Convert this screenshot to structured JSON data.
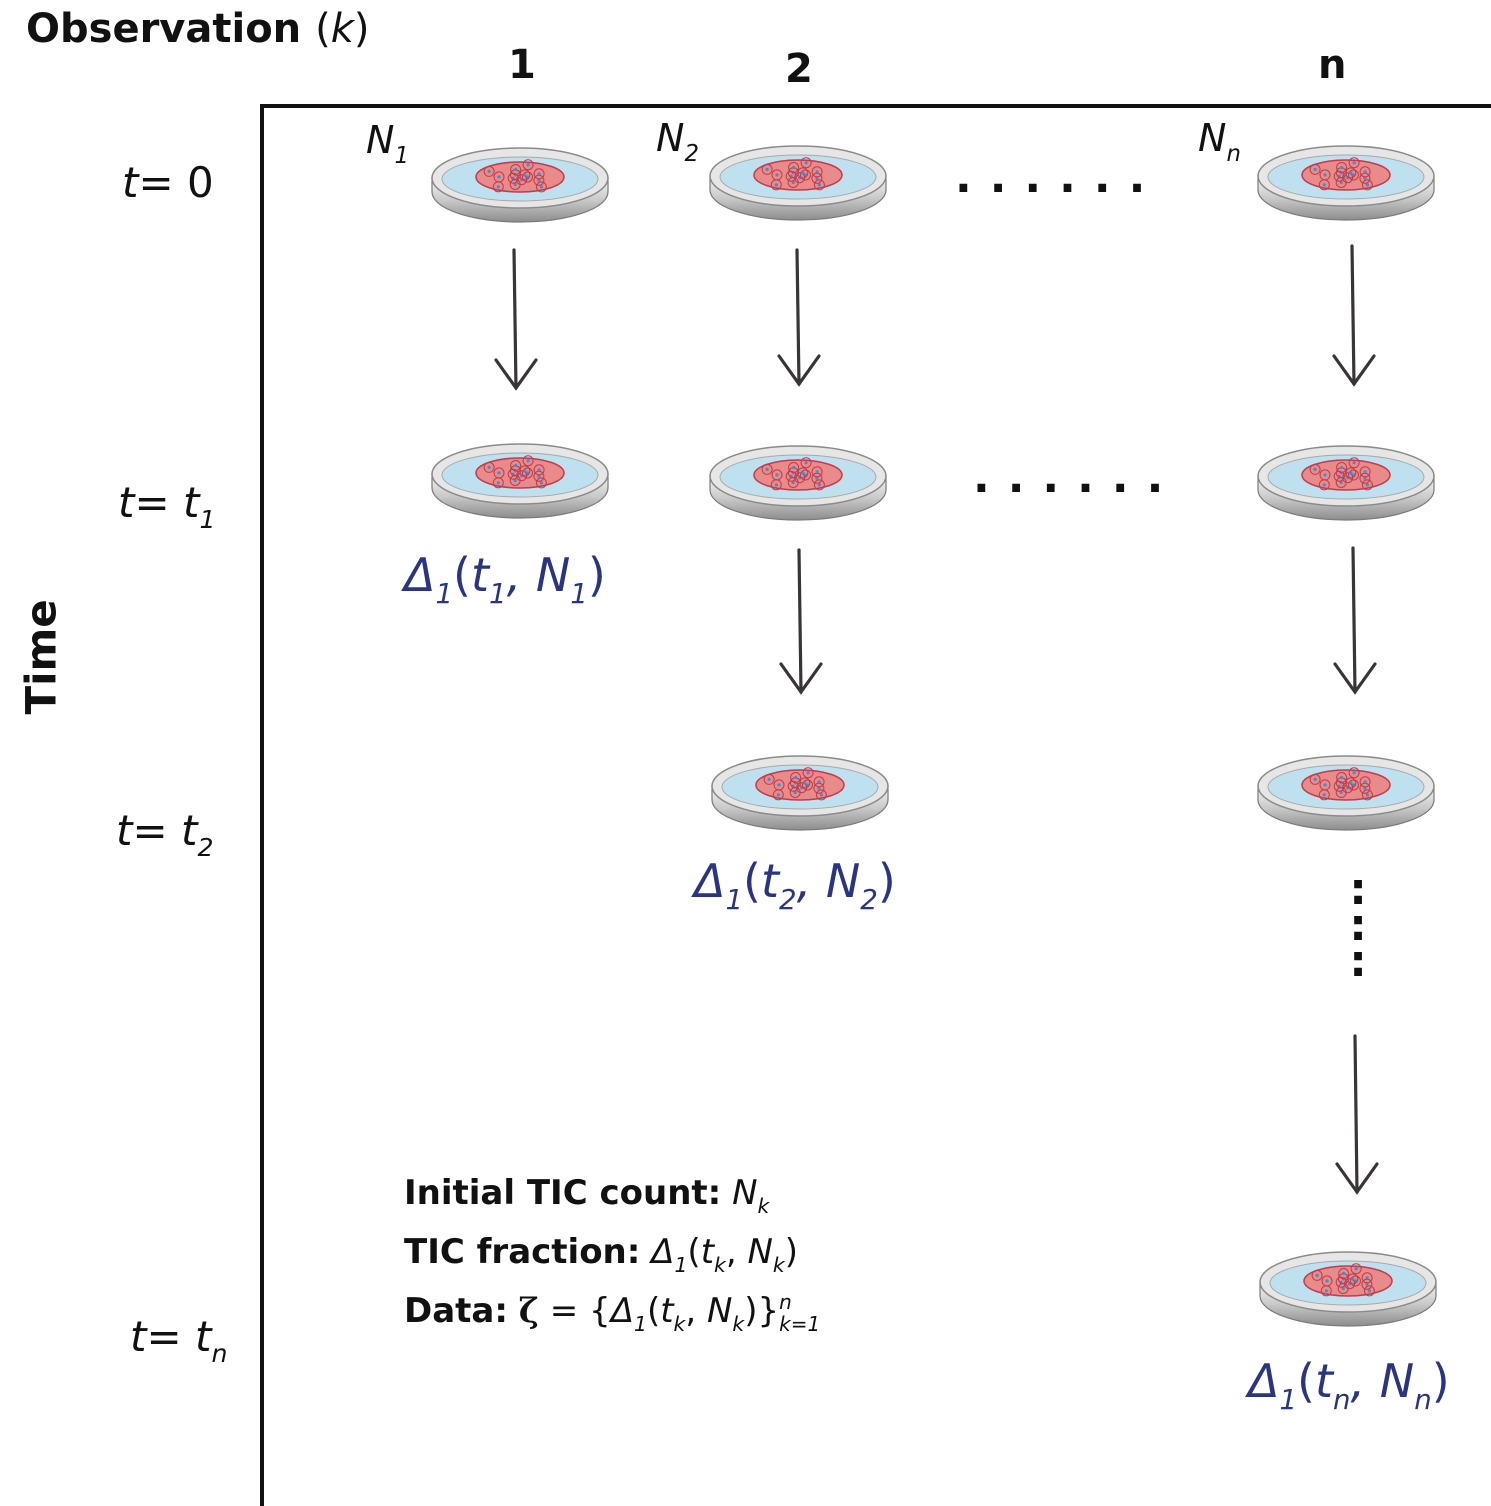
{
  "header": {
    "label": "Observation",
    "var": "k"
  },
  "columns": [
    "1",
    "2",
    "n"
  ],
  "y_axis_label": "Time",
  "rows": [
    {
      "prefix": "t= ",
      "value": "0",
      "sub": ""
    },
    {
      "prefix": "t= ",
      "value": "t",
      "sub": "1"
    },
    {
      "prefix": "t= ",
      "value": "t",
      "sub": "2"
    },
    {
      "prefix": "t= ",
      "value": "t",
      "sub": "n"
    }
  ],
  "initial_labels": [
    {
      "base": "N",
      "sub": "1"
    },
    {
      "base": "N",
      "sub": "2"
    },
    {
      "base": "N",
      "sub": "n"
    }
  ],
  "ellipsis": "......",
  "vertical_ellipsis": ":",
  "delta_labels": [
    {
      "symbol": "Δ",
      "s": "1",
      "t": "t",
      "tsub": "1",
      "n": "N",
      "nsub": "1"
    },
    {
      "symbol": "Δ",
      "s": "1",
      "t": "t",
      "tsub": "2",
      "n": "N",
      "nsub": "2"
    },
    {
      "symbol": "Δ",
      "s": "1",
      "t": "t",
      "tsub": "n",
      "n": "N",
      "nsub": "n"
    }
  ],
  "legend": {
    "initial": {
      "key": "Initial TIC count:",
      "base": "N",
      "sub": "k"
    },
    "fraction": {
      "key": "TIC fraction:",
      "symbol": "Δ",
      "s": "1",
      "t": "t",
      "tsub": "k",
      "n": "N",
      "nsub": "k"
    },
    "data": {
      "key": "Data:",
      "zeta": "ζ",
      "eq": "=",
      "sup": "n",
      "sub": "k=1"
    }
  },
  "colors": {
    "axis": "#111111",
    "delta": "#2a3582",
    "arrow": "#3a3535",
    "cells": "#e98b8b",
    "medium": "#bfe0ee"
  }
}
